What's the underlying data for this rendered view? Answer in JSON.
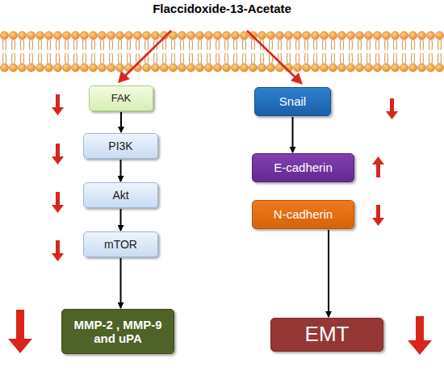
{
  "diagram": {
    "title": "Flaccidoxide-13-Acetate",
    "nodes": [
      {
        "text": [
          "FAK"
        ]
      },
      {
        "text": [
          "PI3K"
        ]
      },
      {
        "text": [
          "Akt"
        ]
      },
      {
        "text": [
          "mTOR"
        ]
      },
      {
        "text": [
          "MMP-2 , MMP-9 and uPA"
        ]
      },
      {
        "text": [
          "Snail"
        ]
      },
      {
        "text": [
          "E-cadherin"
        ]
      },
      {
        "text": [
          "N-cadherin"
        ]
      },
      {
        "text": [
          "EMT"
        ]
      }
    ],
    "edges": [
      {
        "from": 0,
        "to": 1,
        "arrow": "to"
      },
      {
        "from": 1,
        "to": 2,
        "arrow": "to"
      },
      {
        "from": 2,
        "to": 3,
        "arrow": "to"
      },
      {
        "from": 3,
        "to": 4,
        "arrow": "to"
      },
      {
        "from": 5,
        "to": 6,
        "arrow": "to"
      },
      {
        "from": 7,
        "to": 8,
        "arrow": "to"
      }
    ]
  }
}
